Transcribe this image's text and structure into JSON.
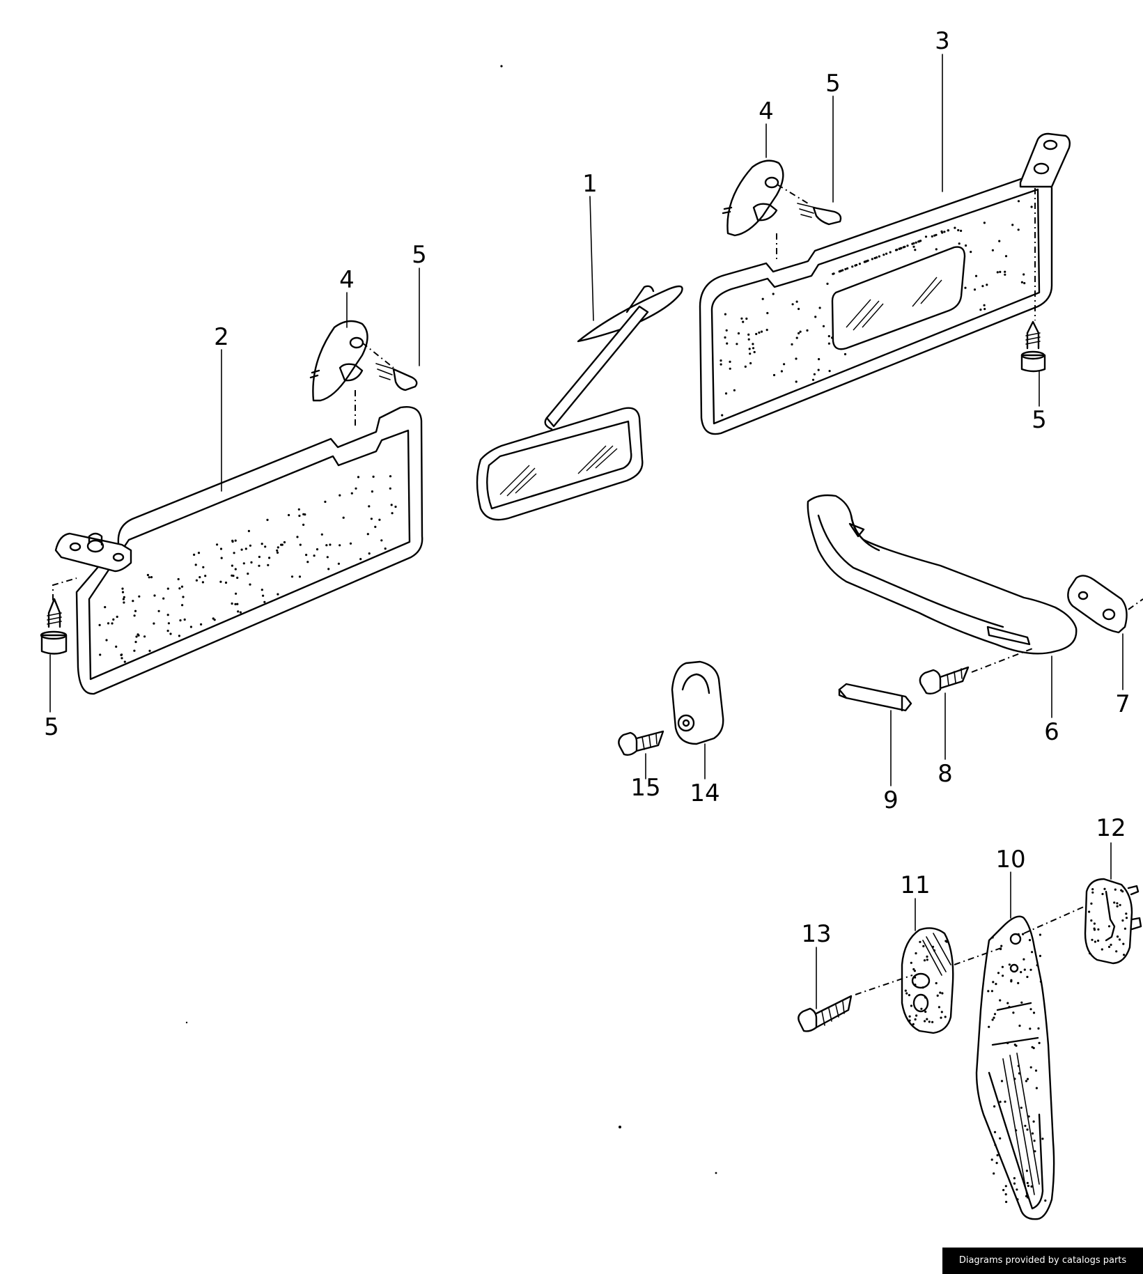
{
  "diagram": {
    "callouts": [
      {
        "id": "c1",
        "label": "1"
      },
      {
        "id": "c2",
        "label": "2"
      },
      {
        "id": "c3",
        "label": "3"
      },
      {
        "id": "c4a",
        "label": "4"
      },
      {
        "id": "c4b",
        "label": "4"
      },
      {
        "id": "c5a",
        "label": "5"
      },
      {
        "id": "c5b",
        "label": "5"
      },
      {
        "id": "c5c",
        "label": "5"
      },
      {
        "id": "c5d",
        "label": "5"
      },
      {
        "id": "c6",
        "label": "6"
      },
      {
        "id": "c7",
        "label": "7"
      },
      {
        "id": "c8",
        "label": "8"
      },
      {
        "id": "c9",
        "label": "9"
      },
      {
        "id": "c10",
        "label": "10"
      },
      {
        "id": "c11",
        "label": "11"
      },
      {
        "id": "c12",
        "label": "12"
      },
      {
        "id": "c13",
        "label": "13"
      },
      {
        "id": "c14",
        "label": "14"
      },
      {
        "id": "c15",
        "label": "15"
      }
    ]
  },
  "footer": {
    "credit": "Diagrams provided by catalogs parts"
  }
}
